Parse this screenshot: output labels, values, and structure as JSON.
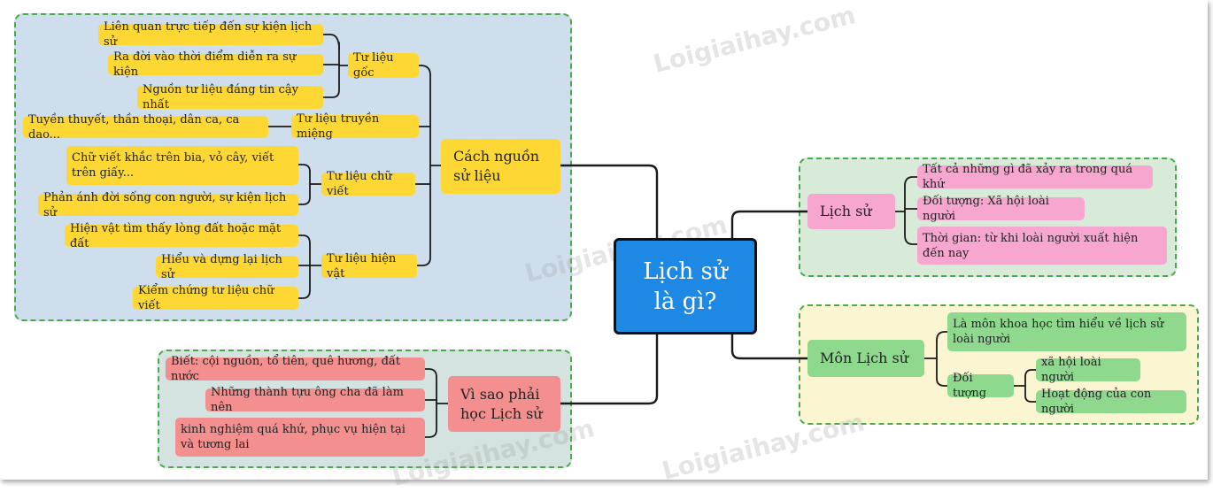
{
  "center": {
    "line1": "Lịch sử",
    "line2": "là gì?"
  },
  "sources": {
    "title": "Cách nguồn sử liệu",
    "goc": {
      "label": "Tư liệu gốc",
      "items": [
        "Liên quan trực tiếp đến sự kiện lịch sử",
        "Ra đời vào thời điểm diễn ra sự kiện",
        "Nguồn tư liệu đáng tin cậy nhất"
      ]
    },
    "truyen_mieng": {
      "label": "Tư liệu truyền miệng",
      "items": [
        "Tuyền thuyết, thần thoại, dân ca, ca dao..."
      ]
    },
    "chu_viet": {
      "label": "Tư liệu chữ viết",
      "items": [
        "Chữ viết khắc trên bia, vỏ cây, viết trên giấy...",
        "Phản ánh đời sống con người, sự kiện lịch sử"
      ]
    },
    "hien_vat": {
      "label": "Tư liệu hiện vật",
      "items": [
        "Hiện vật tìm thấy lòng đất hoặc mặt đất",
        "Hiểu và dựng lại lịch sử",
        "Kiểm chứng tư liệu chữ viết"
      ]
    }
  },
  "why": {
    "title": "Vì sao phải học Lịch sử",
    "items": [
      "Biết: cội nguồn, tổ tiên, quê hương, đất nước",
      "Những thành tựu ông cha đã làm nên",
      "kinh nghiệm quá khứ,  phục vụ hiện tại và tương lai"
    ]
  },
  "lichsu": {
    "title": "Lịch sử",
    "items": [
      "Tất cả những gì đã xảy ra trong quá khứ",
      "Đối tượng: Xã hội loài người",
      "Thời gian: từ khi loài người xuất hiện đến nay"
    ]
  },
  "mon": {
    "title": "Môn Lịch sử",
    "desc": "Là môn khoa học tìm hiểu về lịch sử loài người",
    "doi_tuong": {
      "label": "Đối tượng",
      "items": [
        "xã hội loài người",
        "Hoạt động của con người"
      ]
    }
  },
  "watermark": "Loigiaihay.com",
  "colors": {
    "yellow": "#fdd835",
    "pink": "#f7a6cf",
    "green": "#8fd98f",
    "red": "#f48f8f",
    "blue": "#1e88e5"
  }
}
